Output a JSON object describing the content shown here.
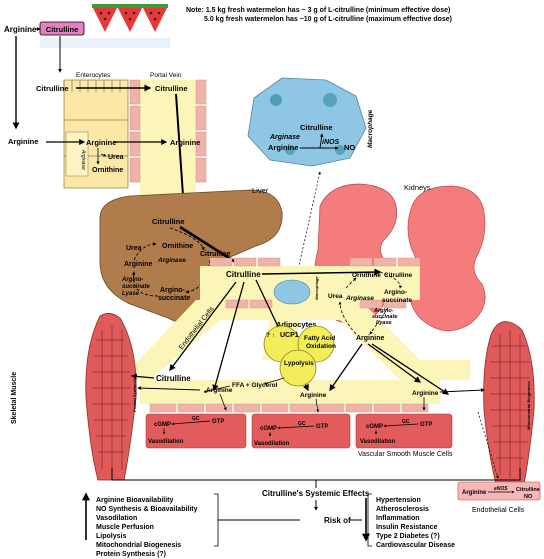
{
  "notes": [
    "Note: 1.5 kg fresh watermelon has ~ 3 g of L-citrulline (minimum effective dose)",
    "5.0 kg fresh watermelon has ~10 g of L-citrulline (maximum effective dose)"
  ],
  "labels": {
    "arginine_top": "Arginine",
    "citrulline_box": "Citrulline",
    "enterocytes": "Enterocytes",
    "portal_vein": "Portal Vein",
    "citrulline_entry": "Citrulline",
    "arginine_entry": "Arginine",
    "ent_arginine": "Arginine",
    "ent_urea": "Urea",
    "ent_ornithine": "Ornithine",
    "ent_arginase": "Arginase",
    "pv_citrulline": "Citrulline",
    "pv_arginine": "Arginine",
    "mac_citrulline": "Citrulline",
    "mac_arginine": "Arginine",
    "mac_arginase": "Arginase",
    "mac_inos": "iNOS",
    "mac_no": "NO",
    "macrophage": "Macrophage",
    "liver": "Liver",
    "kidneys": "Kidneys",
    "liv_citrulline": "Citrulline",
    "liv_urea": "Urea",
    "liv_ornithine": "Ornithine",
    "liv_arginase": "Arginase",
    "liv_arginine": "Arginine",
    "liv_asl": "Argino-succinate Lyase",
    "liv_as": "Argino-succinate",
    "liv_citrulline2": "Citrulline",
    "center_citrulline": "Citrulline",
    "kid_ornithine": "Ornithine",
    "kid_citrulline": "Citrulline",
    "kid_urea": "Urea",
    "kid_arginase": "Arginase",
    "kid_as": "Argino-succinate",
    "kid_asl": "Argino-succinate Lyase",
    "kid_arginine": "Arginine",
    "endothelial_cells": "Endothelial Cells",
    "adipocytes": "Adipocytes",
    "ucp1": "UCP1",
    "fatty_acid": "Fatty Acid Oxidation",
    "lipolysis": "Lypolysis",
    "ffa": "FFA + Glycerol",
    "skeletal_muscle": "Skeletal Muscle",
    "sk_citrulline": "Citrulline",
    "sk_protein": "Protein Synthesis",
    "mito_bio": "Mitochondrial Biogenesis",
    "v_arginine1": "Arginine",
    "v_arginine2": "Arginine",
    "v_arginine3": "Arginine",
    "v_arginine4": "Arginine",
    "cgmp": "cGMP",
    "gtp": "GTP",
    "gc": "GC",
    "vasodilation": "Vasodilation",
    "vsmc": "Vascular Smooth Muscle Cells",
    "systemic": "Citrulline's Systemic Effects",
    "risk_of": "Risk of",
    "ec_arginine": "Arginine",
    "ec_enos": "eNOS",
    "ec_citrulline": "Citrulline",
    "ec_no": "NO",
    "ec_label": "Endothelial Cells"
  },
  "increase_effects": [
    "Arginine Bioavailability",
    "NO Synthesis & Bioavailability",
    "Vasodilation",
    "Muscle Perfusion",
    "Lipolysis",
    "Mitochondrial Biogenesis",
    "Protein Synthesis (?)"
  ],
  "risk_effects": [
    "Hypertension",
    "Atherosclerosis",
    "Inflammation",
    "Insulin Resistance",
    "Type 2 Diabetes (?)",
    "Cardiovascular Disease"
  ],
  "colors": {
    "watermelon_red": "#e8393a",
    "watermelon_green": "#3b9a3b",
    "citrulline_box": "#e77fbf",
    "vessel_yellow": "#fbf6b8",
    "vessel_wall": "#f0b3a8",
    "enterocyte": "#fbe7a6",
    "liver_brown": "#b07c4c",
    "kidney_pink": "#f47c7c",
    "macrophage_blue": "#8fc6e4",
    "adipocyte_yellow": "#f4ed5a",
    "muscle_red": "#e05a5a",
    "smooth_muscle": "#e25c5c"
  }
}
